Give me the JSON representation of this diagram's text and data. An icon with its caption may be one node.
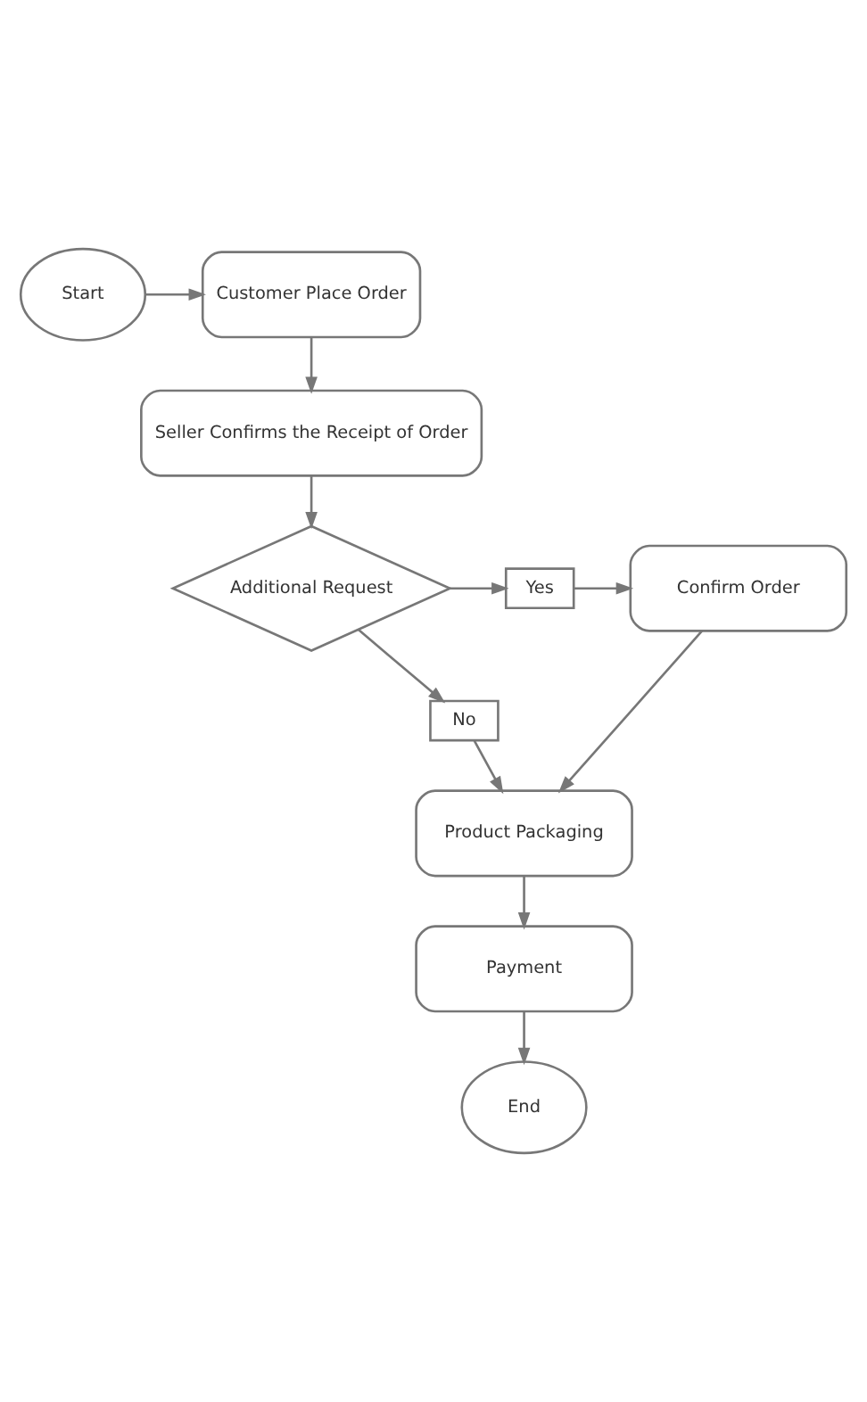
{
  "diagram": {
    "nodes": [
      {
        "text": [
          "Start"
        ]
      },
      {
        "text": [
          "Customer Place Order"
        ]
      },
      {
        "text": [
          "Seller Confirms the Receipt of Order"
        ]
      },
      {
        "text": [
          "Additional Request"
        ]
      },
      {
        "text": [
          "Yes"
        ]
      },
      {
        "text": [
          "Confirm Order"
        ]
      },
      {
        "text": [
          "No"
        ]
      },
      {
        "text": [
          "Product Packaging"
        ]
      },
      {
        "text": [
          "Payment"
        ]
      },
      {
        "text": [
          "End"
        ]
      }
    ],
    "edges": [
      {
        "from": 0,
        "to": 1,
        "arrow": "to"
      },
      {
        "from": 1,
        "to": 2,
        "arrow": "to"
      },
      {
        "from": 2,
        "to": 3,
        "arrow": "to"
      },
      {
        "from": 3,
        "to": 4,
        "arrow": "to"
      },
      {
        "from": 4,
        "to": 5,
        "arrow": "to"
      },
      {
        "from": 3,
        "to": 6,
        "arrow": "to"
      },
      {
        "from": 6,
        "to": 7,
        "arrow": "to"
      },
      {
        "from": 5,
        "to": 7,
        "arrow": "to"
      },
      {
        "from": 7,
        "to": 8,
        "arrow": "to"
      },
      {
        "from": 8,
        "to": 9,
        "arrow": "to"
      }
    ]
  }
}
